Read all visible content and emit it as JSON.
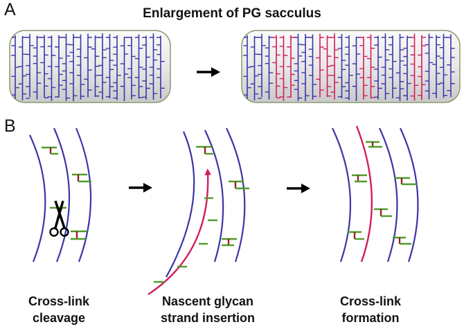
{
  "panel_a": {
    "letter": "A",
    "title": "Enlargement of PG sacculus"
  },
  "panel_b": {
    "letter": "B",
    "steps": [
      {
        "line1": "Cross-link",
        "line2": "cleavage"
      },
      {
        "line1": "Nascent glycan",
        "line2": "strand insertion"
      },
      {
        "line1": "Cross-link",
        "line2": "formation"
      }
    ]
  },
  "colors": {
    "glycan_strand": "#3a35a8",
    "nascent_strand": "#d21c5c",
    "peptide_green": "#4f9a2a",
    "crosslink_red": "#9c2020",
    "arrow": "#000000"
  },
  "icons": [
    "scissors-icon",
    "arrow-right-icon"
  ]
}
